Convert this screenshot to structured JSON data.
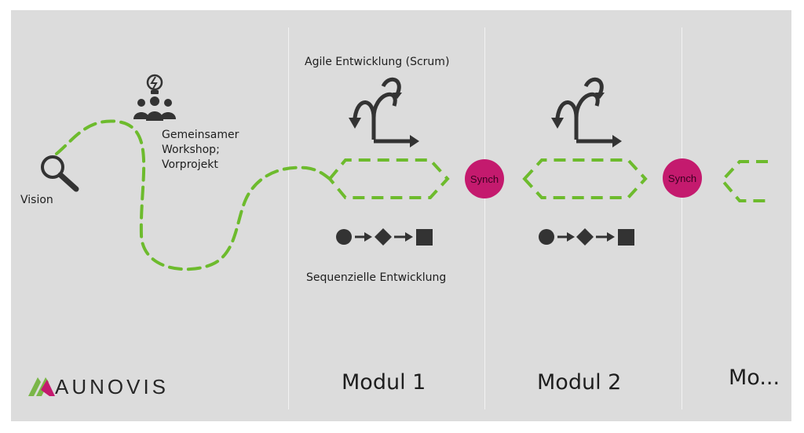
{
  "labels": {
    "vision": "Vision",
    "workshop_lines": [
      "Gemeinsamer",
      "Workshop;",
      "Vorprojekt"
    ],
    "agile": "Agile Entwicklung (Scrum)",
    "sequential": "Sequenzielle Entwicklung",
    "synch": "Synch"
  },
  "modules": [
    "Modul 1",
    "Modul 2",
    "Mo..."
  ],
  "logo": {
    "text": "AUNOVIS",
    "colors": [
      "#7ab648",
      "#c41a6e"
    ]
  },
  "icons": [
    "search-icon",
    "team-idea-icon",
    "scrum-cycle-icon",
    "sequence-icon"
  ],
  "colors": {
    "background": "#dcdcdc",
    "path": "#6dbb2d",
    "synch": "#c41a6e",
    "icon": "#333333"
  }
}
